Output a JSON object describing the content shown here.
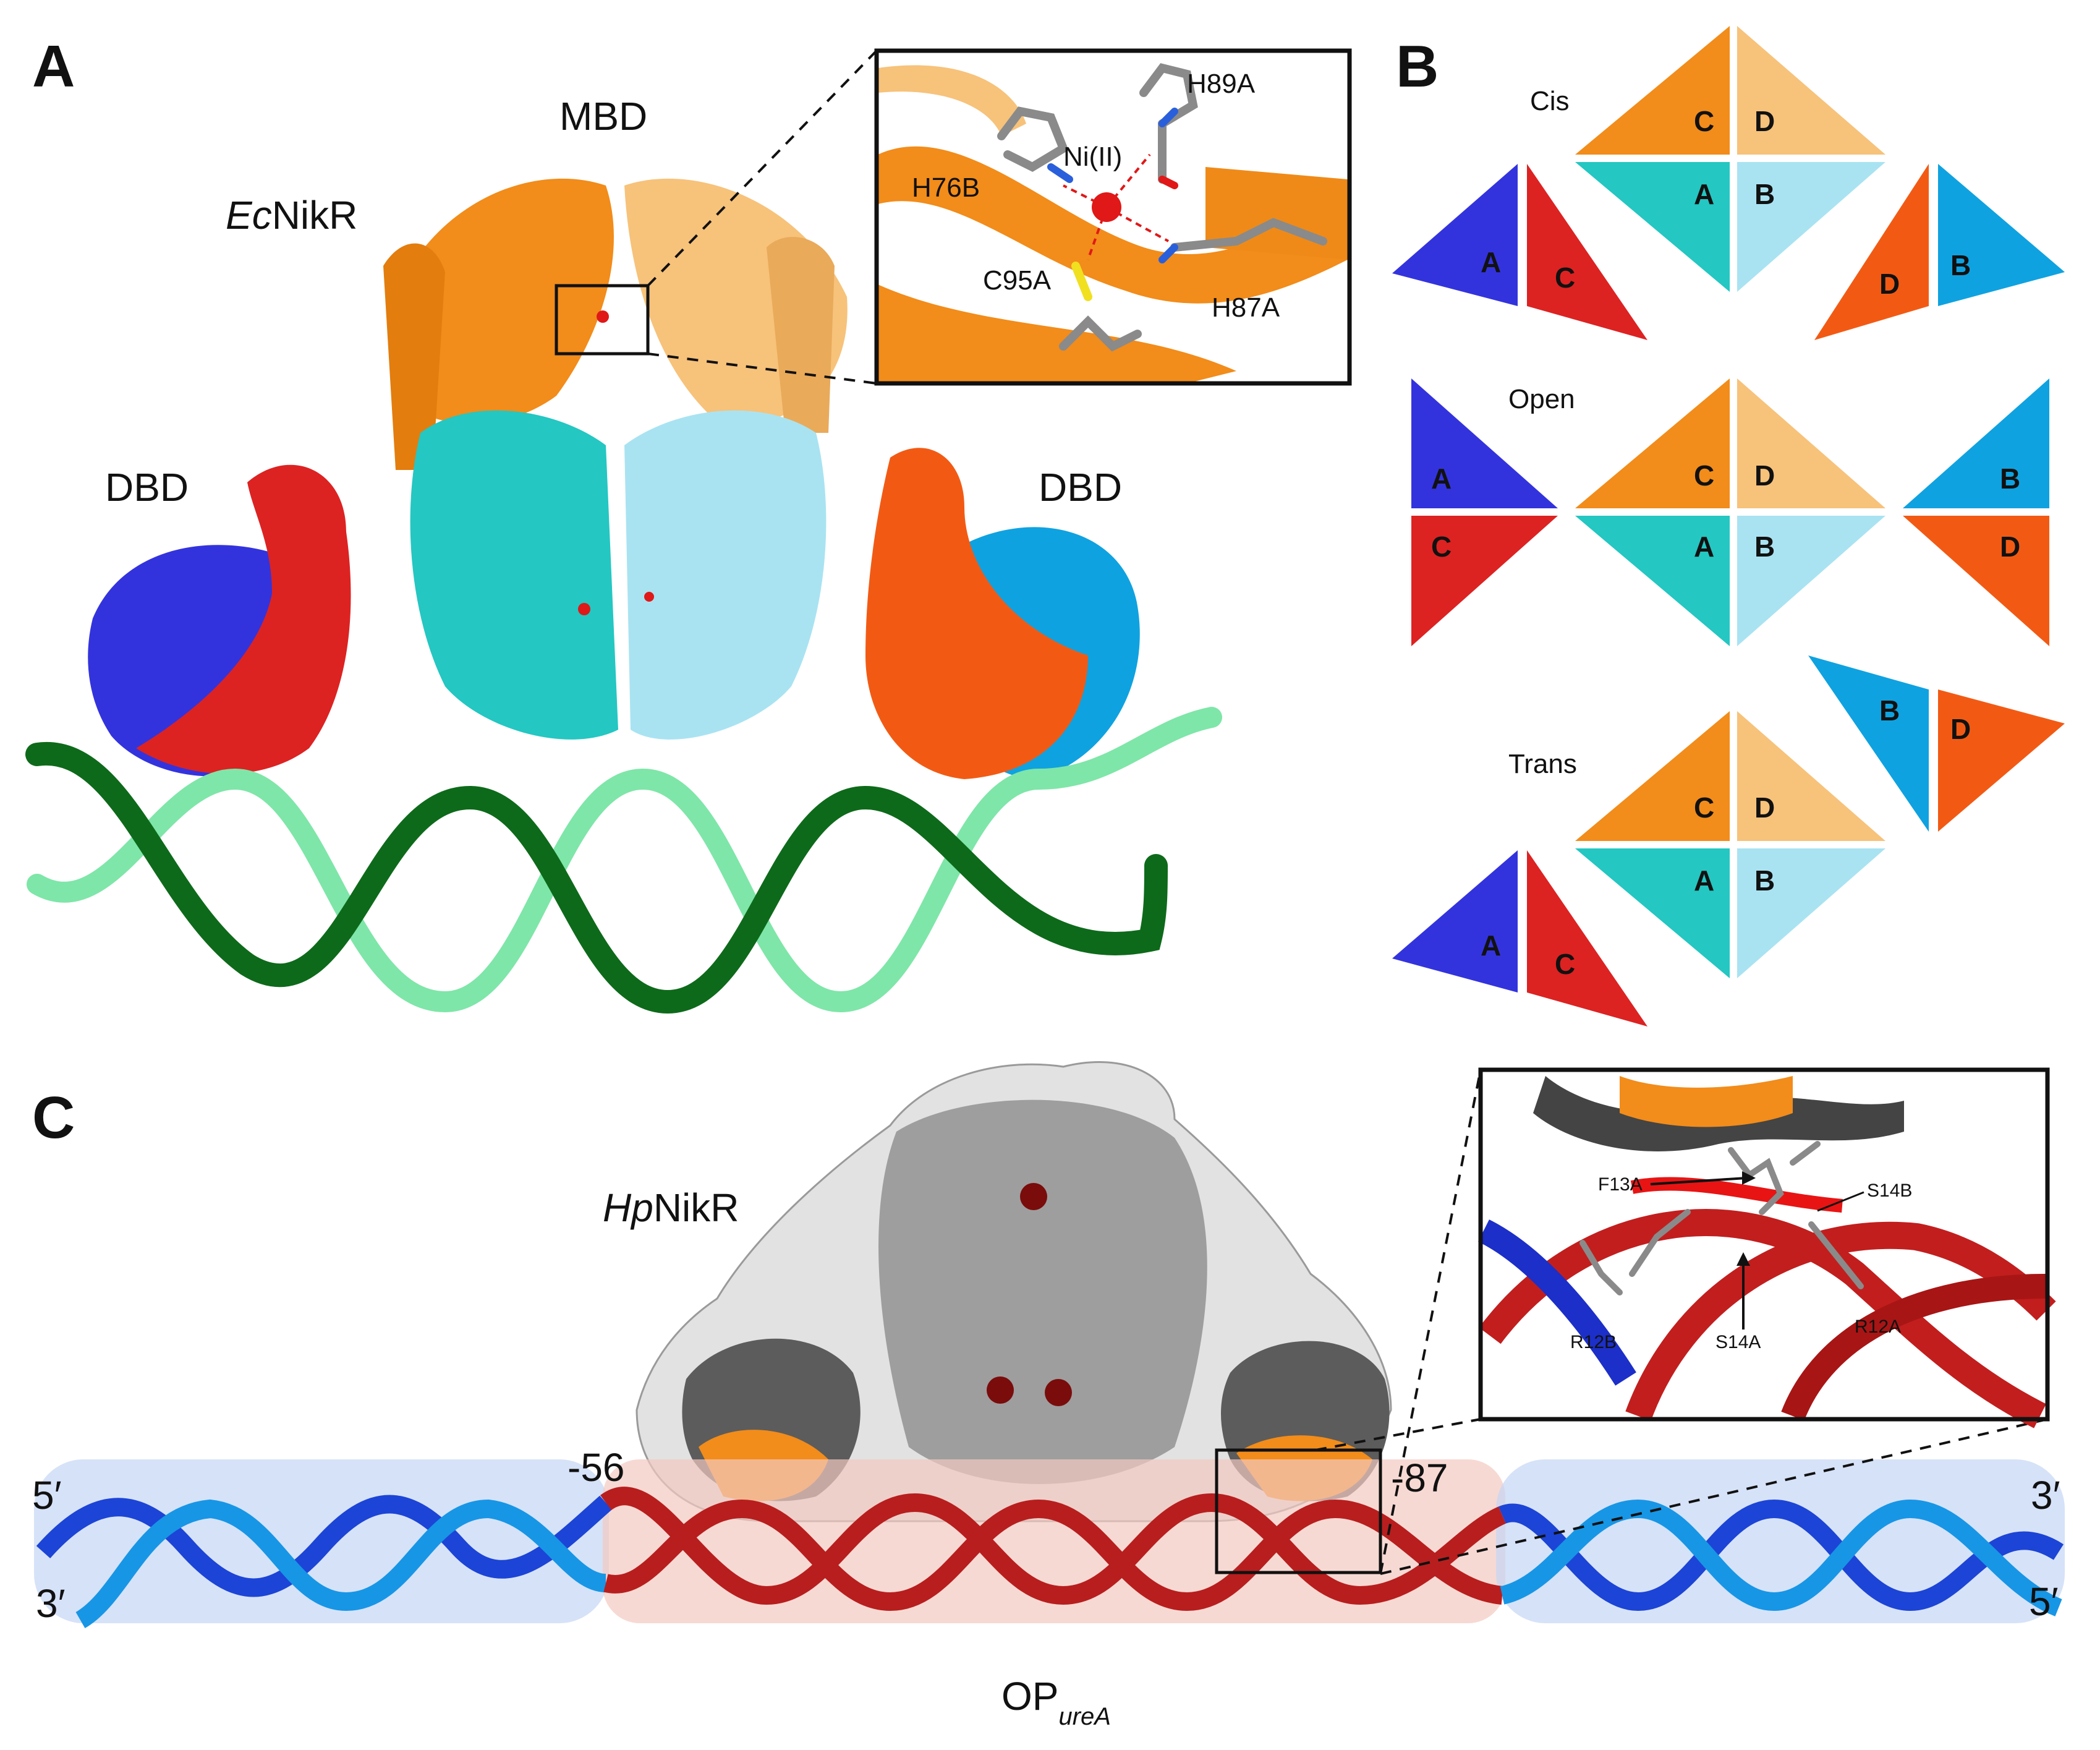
{
  "panels": {
    "a": {
      "letter": "A",
      "title_prefix": "Ec",
      "title_suffix": "NikR",
      "mbd": "MBD",
      "dbd_left": "DBD",
      "dbd_right": "DBD",
      "inset": {
        "metal": "Ni(II)",
        "h89a": "H89A",
        "h76b": "H76B",
        "c95a": "C95A",
        "h87a": "H87A"
      }
    },
    "b": {
      "letter": "B",
      "rows": [
        {
          "name": "Cis"
        },
        {
          "name": "Open"
        },
        {
          "name": "Trans"
        }
      ],
      "subunits": {
        "a": "A",
        "b": "B",
        "c": "C",
        "d": "D"
      }
    },
    "c": {
      "letter": "C",
      "title_prefix": "Hp",
      "title_suffix": "NikR",
      "pos_left": "-56",
      "pos_right": "-87",
      "end_5_left": "5′",
      "end_3_left": "3′",
      "end_3_right": "3′",
      "end_5_right": "5′",
      "operator_main": "OP",
      "operator_sub": "ureA",
      "inset": {
        "f13a": "F13A",
        "s14b": "S14B",
        "r12b": "R12B",
        "s14a": "S14A",
        "r12a": "R12A"
      }
    }
  },
  "colors": {
    "orange": "#f28c1a",
    "light_orange": "#f7c27a",
    "teal": "#24c7c2",
    "light_blue": "#a9e3f2",
    "blue": "#3333dd",
    "red": "#dd2222",
    "orange_red": "#f25a14",
    "sky_blue": "#0fa2e0",
    "dark_green": "#0d6a1a",
    "light_green": "#7ee6a8",
    "dna_red": "#b81e1e",
    "dna_blue": "#2a5fdc",
    "protein_gray": "#8a8a8a"
  }
}
